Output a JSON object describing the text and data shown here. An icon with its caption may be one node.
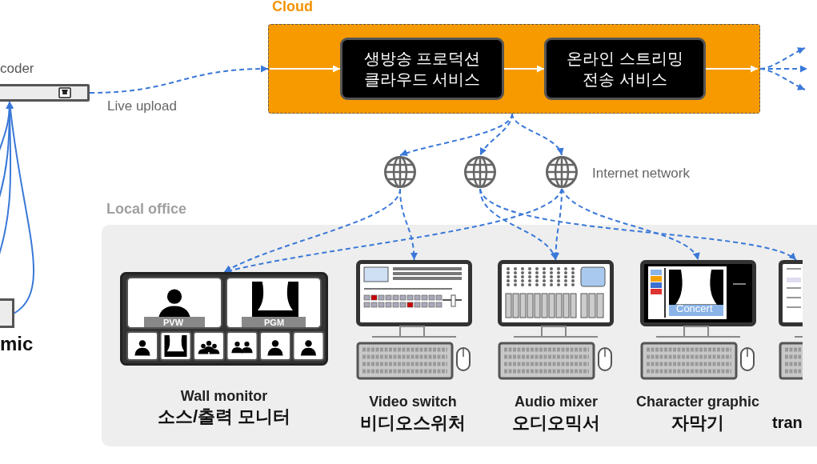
{
  "diagram": {
    "nodes": [
      {
        "text": [
          "coder"
        ]
      },
      {
        "text": [
          "Cloud"
        ]
      },
      {
        "text": [
          "생방송 프로덕션 클라우드 서비스"
        ],
        "in": 1
      },
      {
        "text": [
          "온라인 스트리밍 전송 서비스"
        ],
        "in": 1
      },
      {
        "text": [],
        "shape": "picture"
      },
      {
        "text": [],
        "shape": "picture"
      },
      {
        "text": [],
        "shape": "picture"
      },
      {
        "text": [
          "Local office"
        ]
      },
      {
        "text": [
          "Wall monitor",
          "소스/출력 모니터"
        ],
        "in": 7
      },
      {
        "text": [
          "Video switch",
          "비디오스위처"
        ],
        "in": 7
      },
      {
        "text": [
          "Audio mixer",
          "오디오믹서"
        ],
        "in": 7
      },
      {
        "text": [
          "Character graphic",
          "자막기"
        ],
        "in": 7
      },
      {
        "text": [
          "tran"
        ],
        "in": 7
      },
      {
        "text": [
          "mic"
        ]
      }
    ],
    "edges": [
      {
        "from": 0,
        "to": 1,
        "arrow": "to",
        "label": "Live upload",
        "style": "dashed"
      },
      {
        "from": null,
        "to": 2,
        "arrow": "to",
        "color": "#ffffff"
      },
      {
        "from": 2,
        "to": 3,
        "arrow": "to",
        "color": "#ffffff"
      },
      {
        "from": 3,
        "to": null,
        "arrow": "to",
        "color": "#ffffff"
      },
      {
        "from": 1,
        "to": null,
        "arrow": "to",
        "style": "dashed"
      },
      {
        "from": 1,
        "to": null,
        "arrow": "to",
        "style": "dashed"
      },
      {
        "from": 1,
        "to": null,
        "arrow": "to",
        "style": "dashed"
      },
      {
        "from": 1,
        "to": 4,
        "arrow": "to",
        "style": "dashed"
      },
      {
        "from": 1,
        "to": 5,
        "arrow": "to",
        "style": "dashed"
      },
      {
        "from": 1,
        "to": 6,
        "arrow": "to",
        "style": "dashed"
      },
      {
        "from": 4,
        "to": 8,
        "arrow": "to",
        "style": "dashed"
      },
      {
        "from": 4,
        "to": 9,
        "arrow": "to",
        "style": "dashed"
      },
      {
        "from": 5,
        "to": 10,
        "arrow": "to",
        "style": "dashed"
      },
      {
        "from": 5,
        "to": 12,
        "arrow": "to",
        "style": "dashed"
      },
      {
        "from": 6,
        "to": 8,
        "arrow": "to",
        "style": "dashed"
      },
      {
        "from": 6,
        "to": 10,
        "arrow": "to",
        "style": "dashed"
      },
      {
        "from": 6,
        "to": 11,
        "arrow": "to",
        "style": "dashed"
      },
      {
        "from": 13,
        "to": 0,
        "arrow": "to"
      },
      {
        "from": null,
        "to": 0,
        "arrow": "to"
      },
      {
        "from": null,
        "to": 0,
        "arrow": "to"
      },
      {
        "from": null,
        "to": 0,
        "arrow": "to"
      }
    ],
    "labels": [
      "Internet network",
      "PVW",
      "PGM",
      "Concert"
    ]
  }
}
